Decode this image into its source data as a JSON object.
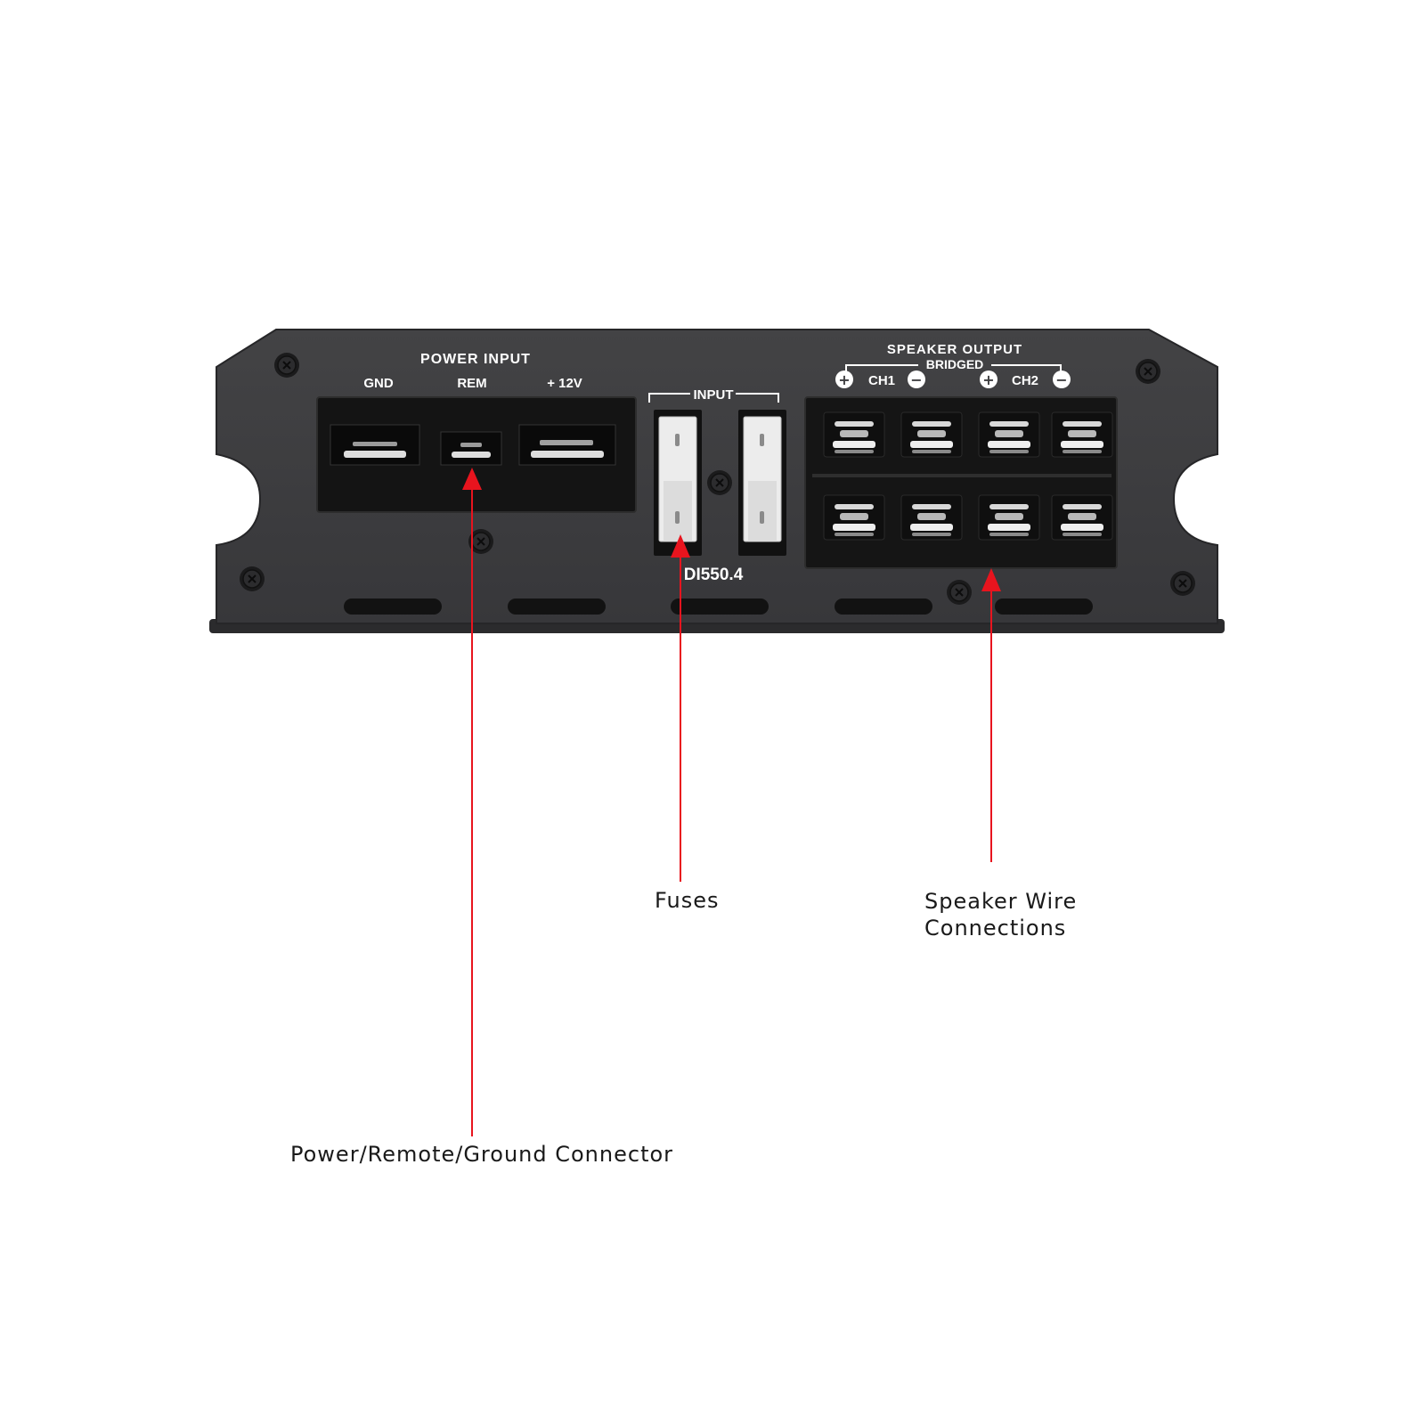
{
  "panel": {
    "power_input_title": "POWER INPUT",
    "terminal_labels": [
      "GND",
      "REM",
      "+ 12V"
    ],
    "input_label": "INPUT",
    "speaker_output_title": "SPEAKER OUTPUT",
    "bridged_label": "BRIDGED",
    "ch1_label": "CH1",
    "ch2_label": "CH2",
    "plus_symbol": "+",
    "minus_symbol": "−",
    "model": "DI550.4"
  },
  "callouts": {
    "fuses": "Fuses",
    "speaker_line1": "Speaker Wire",
    "speaker_line2": "Connections",
    "power": "Power/Remote/Ground Connector"
  },
  "colors": {
    "panel": "#3d3d3f",
    "panel_edge": "#2a2a2c",
    "block": "#141414",
    "arrow": "#e8141e",
    "label": "#ffffff"
  }
}
